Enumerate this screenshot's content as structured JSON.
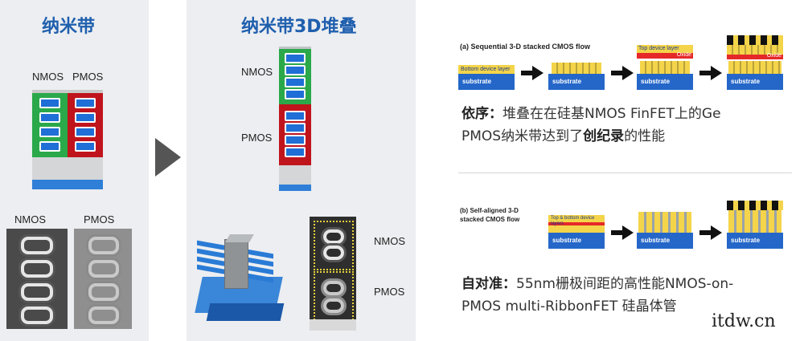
{
  "left_panel": {
    "title": "纳米带",
    "nmos_label": "NMOS",
    "pmos_label": "PMOS",
    "sem_nmos_label": "NMOS",
    "sem_pmos_label": "PMOS"
  },
  "middle_panel": {
    "title": "纳米带3D堆叠",
    "nmos_label": "NMOS",
    "pmos_label": "PMOS",
    "sem_nmos_label": "NMOS",
    "sem_pmos_label": "PMOS"
  },
  "right_panel": {
    "flow_a": {
      "title": "(a) Sequential 3-D stacked CMOS flow",
      "bottom_device_layer": "Bottom device layer",
      "top_device_layer": "Top device layer",
      "oxide": "Oxide",
      "substrate": "substrate"
    },
    "caption_a": {
      "prefix": "依序：",
      "text1": "堆叠在在硅基NMOS FinFET上的Ge",
      "text2": "PMOS纳米带达到了",
      "highlight": "创纪录",
      "text3": "的性能"
    },
    "flow_b": {
      "title_line1": "(b) Self-aligned 3-D",
      "title_line2": "stacked CMOS flow",
      "top_bottom_layers": "Top & bottom device layers",
      "substrate": "substrate"
    },
    "caption_b": {
      "prefix": "自对准：",
      "text1": "55nm栅极间距的高性能NMOS-on-",
      "text2": "PMOS multi-RibbonFET 硅晶体管"
    }
  },
  "watermark": "itdw.cn",
  "colors": {
    "heading_blue": "#1f5fae",
    "nmos_green": "#2aa84a",
    "pmos_red": "#c0141c",
    "slot_blue": "#1f6fd6",
    "substrate_blue": "#2567c9",
    "device_yellow": "#f4d44a"
  }
}
